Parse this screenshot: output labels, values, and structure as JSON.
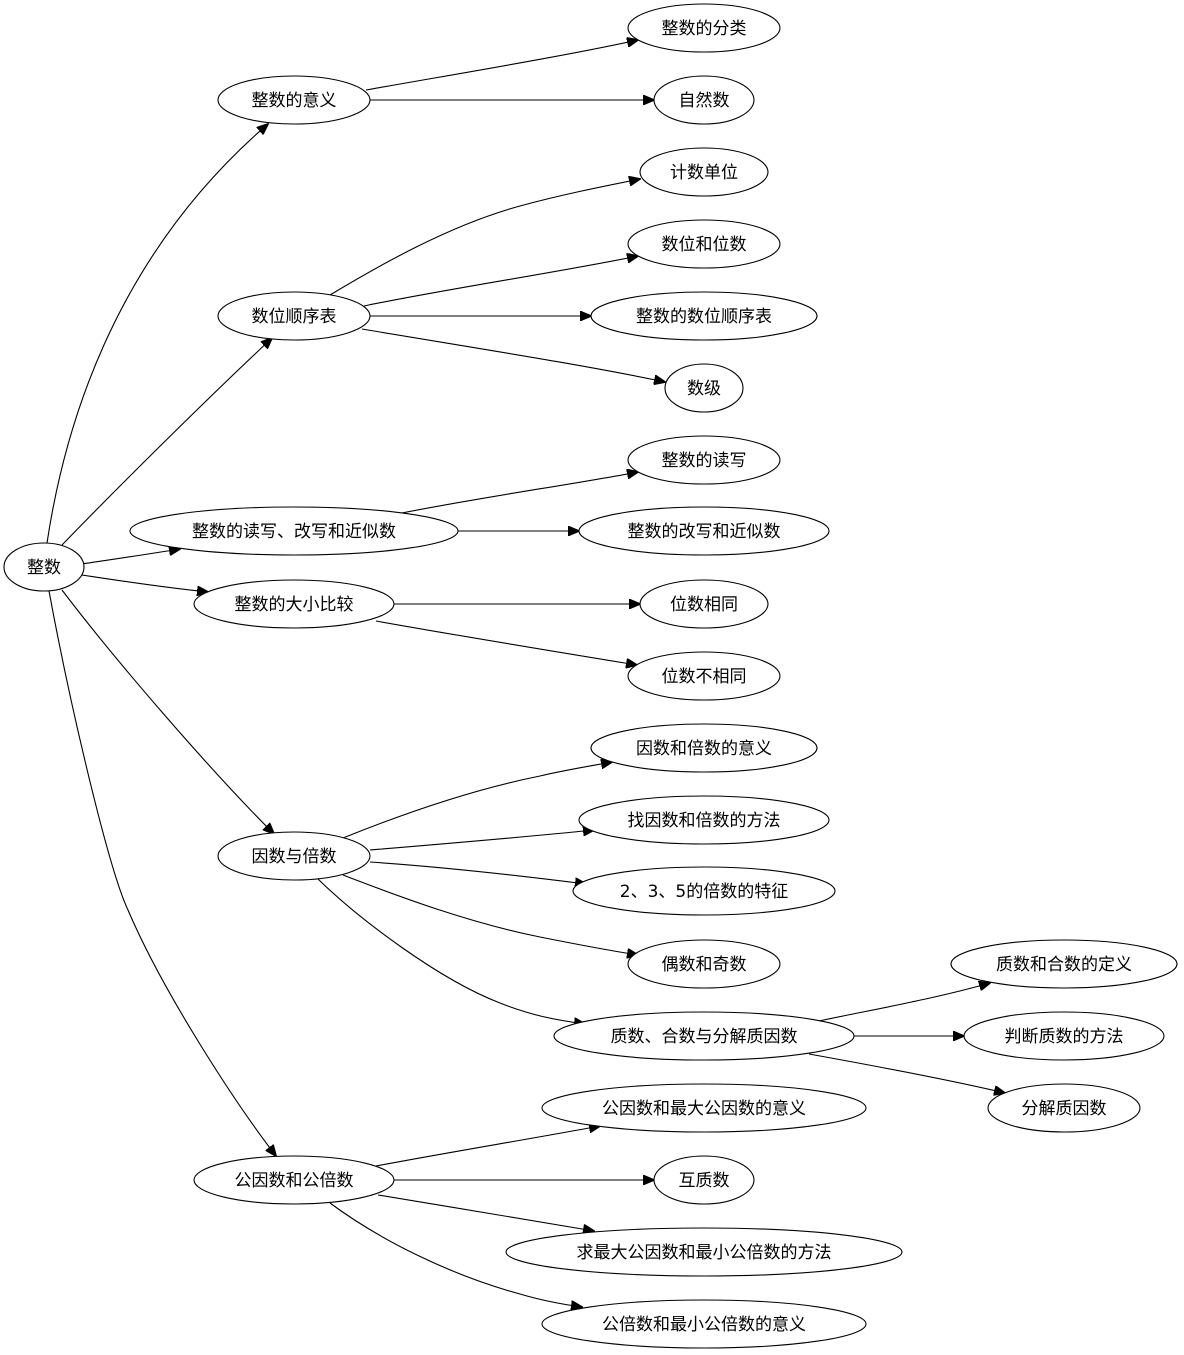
{
  "diagram": {
    "type": "tree-mindmap",
    "root": "n0",
    "nodes": [
      {
        "id": "n0",
        "label": "整数"
      },
      {
        "id": "a1",
        "label": "整数的意义"
      },
      {
        "id": "a2",
        "label": "数位顺序表"
      },
      {
        "id": "a3",
        "label": "整数的读写、改写和近似数"
      },
      {
        "id": "a4",
        "label": "整数的大小比较"
      },
      {
        "id": "a5",
        "label": "因数与倍数"
      },
      {
        "id": "a6",
        "label": "公因数和公倍数"
      },
      {
        "id": "b1",
        "label": "整数的分类"
      },
      {
        "id": "b2",
        "label": "自然数"
      },
      {
        "id": "b3",
        "label": "计数单位"
      },
      {
        "id": "b4",
        "label": "数位和位数"
      },
      {
        "id": "b5",
        "label": "整数的数位顺序表"
      },
      {
        "id": "b6",
        "label": "数级"
      },
      {
        "id": "b7",
        "label": "整数的读写"
      },
      {
        "id": "b8",
        "label": "整数的改写和近似数"
      },
      {
        "id": "b9",
        "label": "位数相同"
      },
      {
        "id": "b10",
        "label": "位数不相同"
      },
      {
        "id": "b11",
        "label": "因数和倍数的意义"
      },
      {
        "id": "b12",
        "label": "找因数和倍数的方法"
      },
      {
        "id": "b13",
        "label": "2、3、5的倍数的特征"
      },
      {
        "id": "b14",
        "label": "偶数和奇数"
      },
      {
        "id": "b15",
        "label": "质数、合数与分解质因数"
      },
      {
        "id": "c1",
        "label": "质数和合数的定义"
      },
      {
        "id": "c2",
        "label": "判断质数的方法"
      },
      {
        "id": "c3",
        "label": "分解质因数"
      },
      {
        "id": "b16",
        "label": "公因数和最大公因数的意义"
      },
      {
        "id": "b17",
        "label": "互质数"
      },
      {
        "id": "b18",
        "label": "求最大公因数和最小公倍数的方法"
      },
      {
        "id": "b19",
        "label": "公倍数和最小公倍数的意义"
      }
    ],
    "edges": [
      {
        "from": "n0",
        "to": "a1"
      },
      {
        "from": "n0",
        "to": "a2"
      },
      {
        "from": "n0",
        "to": "a3"
      },
      {
        "from": "n0",
        "to": "a4"
      },
      {
        "from": "n0",
        "to": "a5"
      },
      {
        "from": "n0",
        "to": "a6"
      },
      {
        "from": "a1",
        "to": "b1"
      },
      {
        "from": "a1",
        "to": "b2"
      },
      {
        "from": "a2",
        "to": "b3"
      },
      {
        "from": "a2",
        "to": "b4"
      },
      {
        "from": "a2",
        "to": "b5"
      },
      {
        "from": "a2",
        "to": "b6"
      },
      {
        "from": "a3",
        "to": "b7"
      },
      {
        "from": "a3",
        "to": "b8"
      },
      {
        "from": "a4",
        "to": "b9"
      },
      {
        "from": "a4",
        "to": "b10"
      },
      {
        "from": "a5",
        "to": "b11"
      },
      {
        "from": "a5",
        "to": "b12"
      },
      {
        "from": "a5",
        "to": "b13"
      },
      {
        "from": "a5",
        "to": "b14"
      },
      {
        "from": "a5",
        "to": "b15"
      },
      {
        "from": "b15",
        "to": "c1"
      },
      {
        "from": "b15",
        "to": "c2"
      },
      {
        "from": "b15",
        "to": "c3"
      },
      {
        "from": "a6",
        "to": "b16"
      },
      {
        "from": "a6",
        "to": "b17"
      },
      {
        "from": "a6",
        "to": "b18"
      },
      {
        "from": "a6",
        "to": "b19"
      }
    ]
  }
}
